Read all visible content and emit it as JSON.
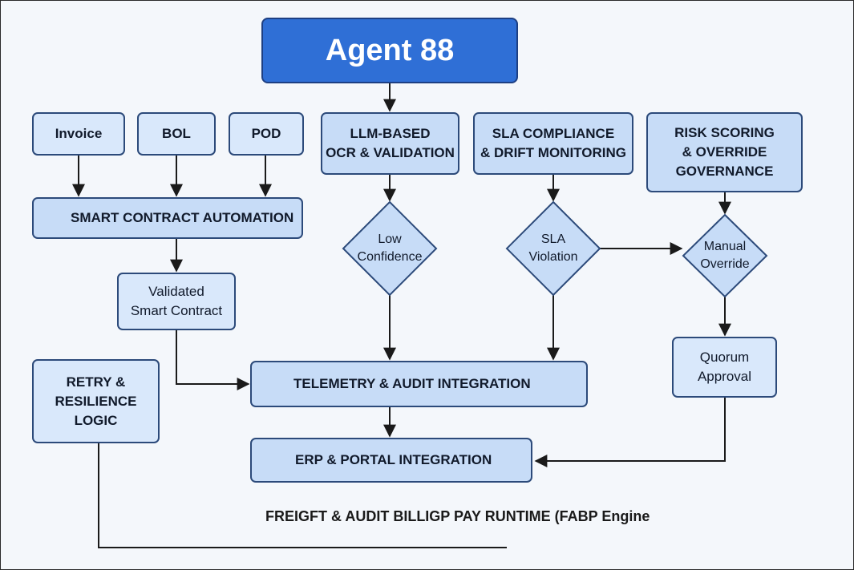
{
  "title": "Agent 88",
  "inputs": {
    "invoice": "Invoice",
    "bol": "BOL",
    "pod": "POD"
  },
  "smart_contract": "SMART CONTRACT AUTOMATION",
  "validated_contract": "Validated\nSmart Contract",
  "retry": "RETRY &\nRESILIENCE\nLOGIC",
  "llm": "LLM-BASED\nOCR & VALIDATION",
  "sla": "SLA COMPLIANCE\n& DRIFT MONITORING",
  "risk": "RISK SCORING\n& OVERRIDE\nGOVERNANCE",
  "decisions": {
    "low_confidence": "Low\nConfidence",
    "sla_violation": "SLA\nViolation",
    "manual_override": "Manual\nOverride"
  },
  "quorum": "Quorum\nApproval",
  "telemetry": "TELEMETRY & AUDIT INTEGRATION",
  "erp": "ERP & PORTAL INTEGRATION",
  "footer": "FREIGFT & AUDIT BILLIGP PAY RUNTIME (FABP Engine",
  "colors": {
    "title_fill": "#2f6fd6",
    "node_fill": "#c7dcf7",
    "node_light_fill": "#d9e8fb",
    "diamond_fill": "#c7dcf7",
    "line": "#1a1a1a"
  }
}
